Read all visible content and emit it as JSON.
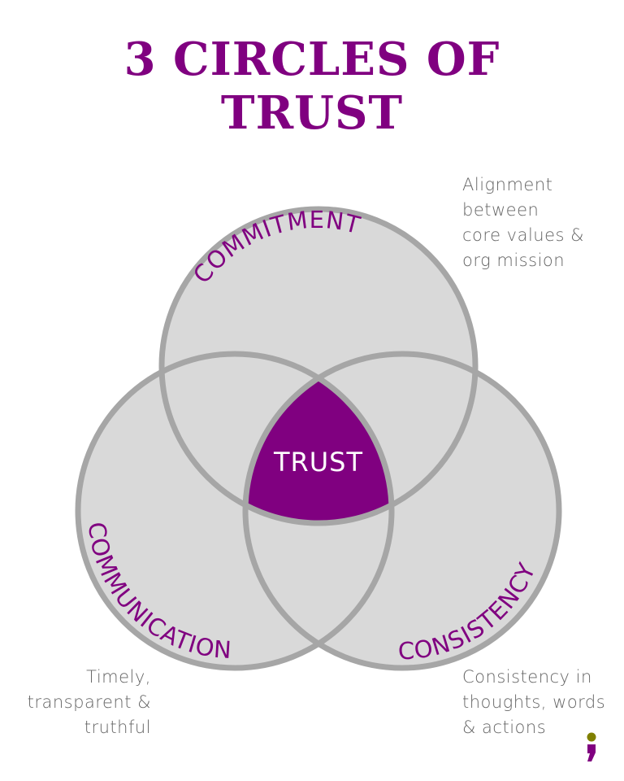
{
  "title": {
    "line1": "3 CIRCLES OF",
    "line2": "TRUST"
  },
  "circles": [
    {
      "id": "commitment",
      "label": "COMMITMENT"
    },
    {
      "id": "communication",
      "label": "COMMUNICATION"
    },
    {
      "id": "consistency",
      "label": "CONSISTENCY"
    }
  ],
  "center": {
    "label": "TRUST"
  },
  "notes": {
    "commitment": [
      "Alignment",
      "between",
      "core values &",
      "org mission"
    ],
    "communication": [
      "Timely,",
      "transparent &",
      "truthful"
    ],
    "consistency": [
      "Consistency in",
      "thoughts, words",
      "& actions"
    ]
  },
  "colors": {
    "accent": "#800080",
    "circle_fill": "#d9d9d9",
    "circle_stroke": "#a6a6a6",
    "note_text": "#666666",
    "logo_dot": "#808000"
  },
  "logo": {
    "icon": "semicolon-icon"
  }
}
